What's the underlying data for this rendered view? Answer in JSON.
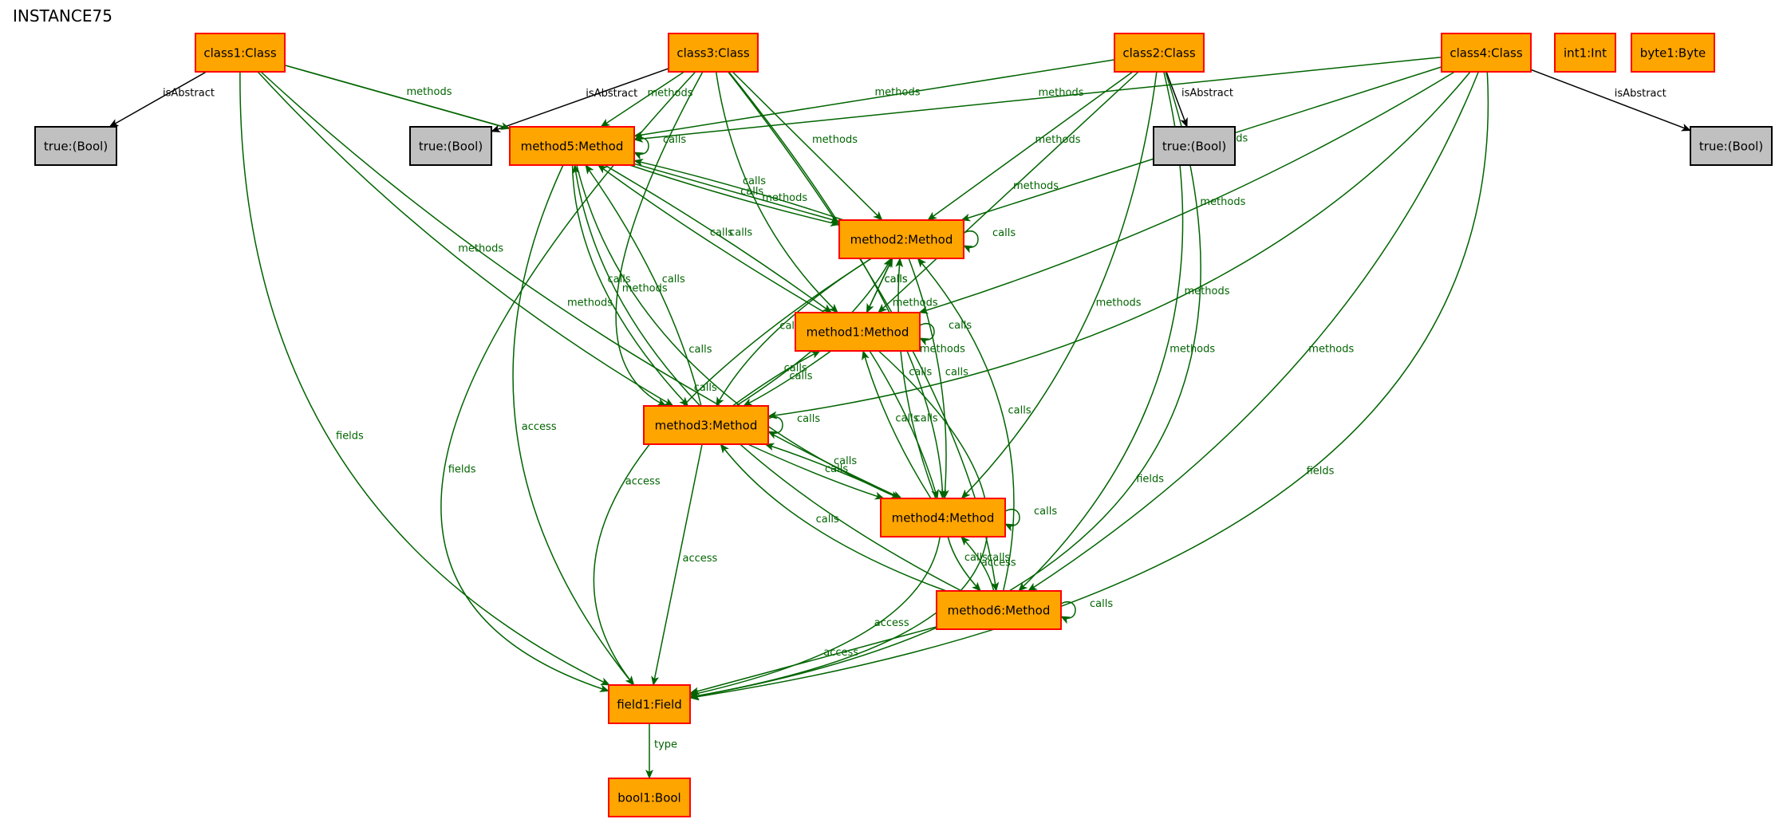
{
  "title": "INSTANCE75",
  "colors": {
    "object_fill": "#ffa500",
    "object_stroke": "#ff0000",
    "bool_fill": "#c0c0c0",
    "bool_stroke": "#000000",
    "ref_edge": "#006400",
    "attr_edge": "#000000"
  },
  "nodes": [
    {
      "id": "class1",
      "label": "class1:Class",
      "kind": "object"
    },
    {
      "id": "class3",
      "label": "class3:Class",
      "kind": "object"
    },
    {
      "id": "class2",
      "label": "class2:Class",
      "kind": "object"
    },
    {
      "id": "class4",
      "label": "class4:Class",
      "kind": "object"
    },
    {
      "id": "int1",
      "label": "int1:Int",
      "kind": "object"
    },
    {
      "id": "byte1",
      "label": "byte1:Byte",
      "kind": "object"
    },
    {
      "id": "true1",
      "label": "true:(Bool)",
      "kind": "value"
    },
    {
      "id": "true3",
      "label": "true:(Bool)",
      "kind": "value"
    },
    {
      "id": "true2",
      "label": "true:(Bool)",
      "kind": "value"
    },
    {
      "id": "true4",
      "label": "true:(Bool)",
      "kind": "value"
    },
    {
      "id": "method5",
      "label": "method5:Method",
      "kind": "object"
    },
    {
      "id": "method2",
      "label": "method2:Method",
      "kind": "object"
    },
    {
      "id": "method1",
      "label": "method1:Method",
      "kind": "object"
    },
    {
      "id": "method3",
      "label": "method3:Method",
      "kind": "object"
    },
    {
      "id": "method4",
      "label": "method4:Method",
      "kind": "object"
    },
    {
      "id": "method6",
      "label": "method6:Method",
      "kind": "object"
    },
    {
      "id": "field1",
      "label": "field1:Field",
      "kind": "object"
    },
    {
      "id": "bool1",
      "label": "bool1:Bool",
      "kind": "object"
    }
  ],
  "edges": [
    {
      "from": "class1",
      "to": "true1",
      "label": "isAbstract",
      "kind": "attr"
    },
    {
      "from": "class3",
      "to": "true3",
      "label": "isAbstract",
      "kind": "attr"
    },
    {
      "from": "class2",
      "to": "true2",
      "label": "isAbstract",
      "kind": "attr"
    },
    {
      "from": "class4",
      "to": "true4",
      "label": "isAbstract",
      "kind": "attr"
    },
    {
      "from": "class1",
      "to": "method5",
      "label": "methods",
      "kind": "ref"
    },
    {
      "from": "class1",
      "to": "method2",
      "label": "methods",
      "kind": "ref"
    },
    {
      "from": "class1",
      "to": "method3",
      "label": "methods",
      "kind": "ref"
    },
    {
      "from": "class1",
      "to": "method4",
      "label": "methods",
      "kind": "ref"
    },
    {
      "from": "class1",
      "to": "field1",
      "label": "fields",
      "kind": "ref"
    },
    {
      "from": "class3",
      "to": "method5",
      "label": "methods",
      "kind": "ref"
    },
    {
      "from": "class3",
      "to": "method2",
      "label": "methods",
      "kind": "ref"
    },
    {
      "from": "class3",
      "to": "method1",
      "label": "methods",
      "kind": "ref"
    },
    {
      "from": "class3",
      "to": "method3",
      "label": "methods",
      "kind": "ref"
    },
    {
      "from": "class3",
      "to": "method4",
      "label": "methods",
      "kind": "ref"
    },
    {
      "from": "class3",
      "to": "method6",
      "label": "methods",
      "kind": "ref"
    },
    {
      "from": "class3",
      "to": "field1",
      "label": "fields",
      "kind": "ref"
    },
    {
      "from": "class2",
      "to": "method5",
      "label": "methods",
      "kind": "ref"
    },
    {
      "from": "class2",
      "to": "method2",
      "label": "methods",
      "kind": "ref"
    },
    {
      "from": "class2",
      "to": "method1",
      "label": "methods",
      "kind": "ref"
    },
    {
      "from": "class2",
      "to": "method4",
      "label": "methods",
      "kind": "ref"
    },
    {
      "from": "class2",
      "to": "method6",
      "label": "methods",
      "kind": "ref"
    },
    {
      "from": "class2",
      "to": "field1",
      "label": "fields",
      "kind": "ref"
    },
    {
      "from": "class4",
      "to": "method5",
      "label": "methods",
      "kind": "ref"
    },
    {
      "from": "class4",
      "to": "method2",
      "label": "methods",
      "kind": "ref"
    },
    {
      "from": "class4",
      "to": "method1",
      "label": "methods",
      "kind": "ref"
    },
    {
      "from": "class4",
      "to": "method3",
      "label": "methods",
      "kind": "ref"
    },
    {
      "from": "class4",
      "to": "method6",
      "label": "methods",
      "kind": "ref"
    },
    {
      "from": "class4",
      "to": "field1",
      "label": "fields",
      "kind": "ref"
    },
    {
      "from": "method5",
      "to": "method5",
      "label": "calls",
      "kind": "ref"
    },
    {
      "from": "method5",
      "to": "method2",
      "label": "calls",
      "kind": "ref"
    },
    {
      "from": "method2",
      "to": "method5",
      "label": "calls",
      "kind": "ref"
    },
    {
      "from": "method5",
      "to": "method1",
      "label": "calls",
      "kind": "ref"
    },
    {
      "from": "method1",
      "to": "method5",
      "label": "calls",
      "kind": "ref"
    },
    {
      "from": "method5",
      "to": "method3",
      "label": "calls",
      "kind": "ref"
    },
    {
      "from": "method3",
      "to": "method5",
      "label": "calls",
      "kind": "ref"
    },
    {
      "from": "method5",
      "to": "method4",
      "label": "calls",
      "kind": "ref"
    },
    {
      "from": "method6",
      "to": "method5",
      "label": "calls",
      "kind": "ref"
    },
    {
      "from": "method5",
      "to": "field1",
      "label": "access",
      "kind": "ref"
    },
    {
      "from": "method2",
      "to": "method2",
      "label": "calls",
      "kind": "ref"
    },
    {
      "from": "method2",
      "to": "method1",
      "label": "calls",
      "kind": "ref"
    },
    {
      "from": "method1",
      "to": "method2",
      "label": "calls",
      "kind": "ref"
    },
    {
      "from": "method2",
      "to": "method3",
      "label": "calls",
      "kind": "ref"
    },
    {
      "from": "method3",
      "to": "method2",
      "label": "calls",
      "kind": "ref"
    },
    {
      "from": "method2",
      "to": "method4",
      "label": "calls",
      "kind": "ref"
    },
    {
      "from": "method4",
      "to": "method2",
      "label": "calls",
      "kind": "ref"
    },
    {
      "from": "method6",
      "to": "method2",
      "label": "calls",
      "kind": "ref"
    },
    {
      "from": "method2",
      "to": "field1",
      "label": "access",
      "kind": "ref"
    },
    {
      "from": "method1",
      "to": "method1",
      "label": "calls",
      "kind": "ref"
    },
    {
      "from": "method1",
      "to": "method3",
      "label": "calls",
      "kind": "ref"
    },
    {
      "from": "method3",
      "to": "method1",
      "label": "calls",
      "kind": "ref"
    },
    {
      "from": "method1",
      "to": "method4",
      "label": "calls",
      "kind": "ref"
    },
    {
      "from": "method4",
      "to": "method1",
      "label": "calls",
      "kind": "ref"
    },
    {
      "from": "method1",
      "to": "field1",
      "label": "access",
      "kind": "ref"
    },
    {
      "from": "method3",
      "to": "method3",
      "label": "calls",
      "kind": "ref"
    },
    {
      "from": "method3",
      "to": "method4",
      "label": "calls",
      "kind": "ref"
    },
    {
      "from": "method4",
      "to": "method3",
      "label": "calls",
      "kind": "ref"
    },
    {
      "from": "method6",
      "to": "method3",
      "label": "calls",
      "kind": "ref"
    },
    {
      "from": "method3",
      "to": "field1",
      "label": "access",
      "kind": "ref"
    },
    {
      "from": "method4",
      "to": "method4",
      "label": "calls",
      "kind": "ref"
    },
    {
      "from": "method4",
      "to": "method6",
      "label": "calls",
      "kind": "ref"
    },
    {
      "from": "method6",
      "to": "method4",
      "label": "calls",
      "kind": "ref"
    },
    {
      "from": "method4",
      "to": "field1",
      "label": "access",
      "kind": "ref"
    },
    {
      "from": "method6",
      "to": "method6",
      "label": "calls",
      "kind": "ref"
    },
    {
      "from": "method6",
      "to": "field1",
      "label": "access",
      "kind": "ref"
    },
    {
      "from": "field1",
      "to": "bool1",
      "label": "type",
      "kind": "ref"
    }
  ]
}
